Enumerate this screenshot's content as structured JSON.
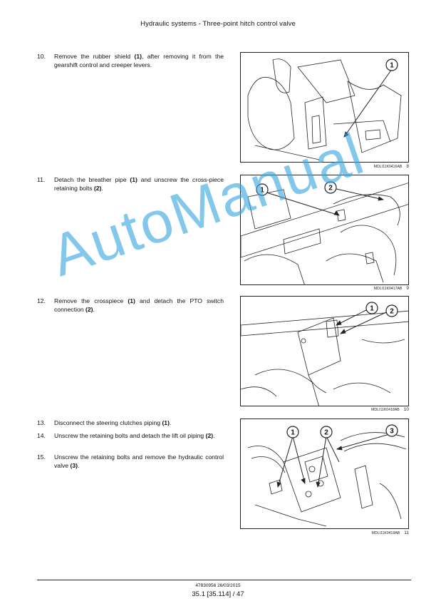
{
  "header": {
    "title": "Hydraulic systems - Three-point hitch control valve"
  },
  "steps": [
    {
      "num": "10.",
      "parts": [
        "Remove the rubber shield ",
        "(1)",
        ", after removing it from the gearshift control and creeper levers."
      ]
    },
    {
      "num": "11.",
      "parts": [
        "Detach the breather pipe ",
        "(1)",
        " and unscrew the cross-piece retaining bolts ",
        "(2)",
        "."
      ]
    },
    {
      "num": "12.",
      "parts": [
        "Remove the crosspiece ",
        "(1)",
        " and detach the PTO switch connection ",
        "(2)",
        "."
      ]
    },
    {
      "num": "13.",
      "parts": [
        "Disconnect the steering clutches piping ",
        "(1)",
        "."
      ]
    },
    {
      "num": "14.",
      "parts": [
        "Unscrew the retaining bolts and detach the lift oil piping ",
        "(2)",
        "."
      ]
    },
    {
      "num": "15.",
      "parts": [
        "Unscrew the retaining bolts and remove the hydraulic control valve ",
        "(3)",
        "."
      ]
    }
  ],
  "figures": [
    {
      "ref": "MDLI11K0416AB",
      "number": "8",
      "callouts": [
        "1"
      ]
    },
    {
      "ref": "MDLI11K0417AB",
      "number": "9",
      "callouts": [
        "1",
        "2"
      ]
    },
    {
      "ref": "MDLI11K0418AB",
      "number": "10",
      "callouts": [
        "1",
        "2"
      ]
    },
    {
      "ref": "MDLI11K0419AB",
      "number": "11",
      "callouts": [
        "1",
        "2",
        "3"
      ]
    }
  ],
  "watermark": "AutoManual",
  "footer": {
    "doc": "47830956 26/03/2015",
    "page": "35.1 [35.114] / 47"
  }
}
